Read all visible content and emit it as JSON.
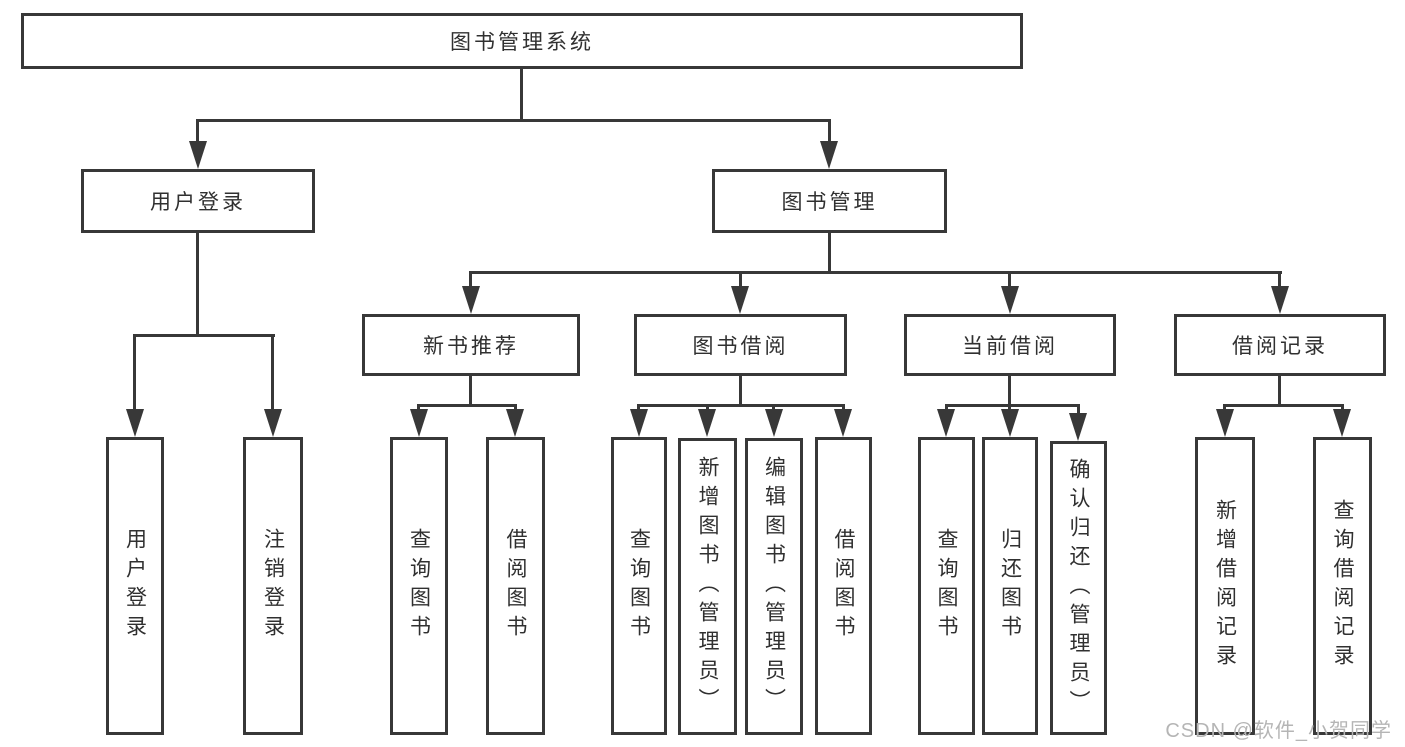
{
  "diagram": {
    "root": {
      "label": "图书管理系统"
    },
    "branches": [
      {
        "label": "用户登录",
        "children": [
          {
            "label": "用户登录"
          },
          {
            "label": "注销登录"
          }
        ]
      },
      {
        "label": "图书管理",
        "sections": [
          {
            "label": "新书推荐",
            "children": [
              {
                "label": "查询图书"
              },
              {
                "label": "借阅图书"
              }
            ]
          },
          {
            "label": "图书借阅",
            "children": [
              {
                "label": "查询图书"
              },
              {
                "label": "新增图书（管理员）"
              },
              {
                "label": "编辑图书（管理员）"
              },
              {
                "label": "借阅图书"
              }
            ]
          },
          {
            "label": "当前借阅",
            "children": [
              {
                "label": "查询图书"
              },
              {
                "label": "归还图书"
              },
              {
                "label": "确认归还（管理员）"
              }
            ]
          },
          {
            "label": "借阅记录",
            "children": [
              {
                "label": "新增借阅记录"
              },
              {
                "label": "查询借阅记录"
              }
            ]
          }
        ]
      }
    ]
  },
  "watermark": {
    "text": "CSDN @软件_小贺同学"
  },
  "colors": {
    "line": "#383838",
    "text": "#303030",
    "watermark": "#b5b5b5",
    "background": "#ffffff"
  }
}
